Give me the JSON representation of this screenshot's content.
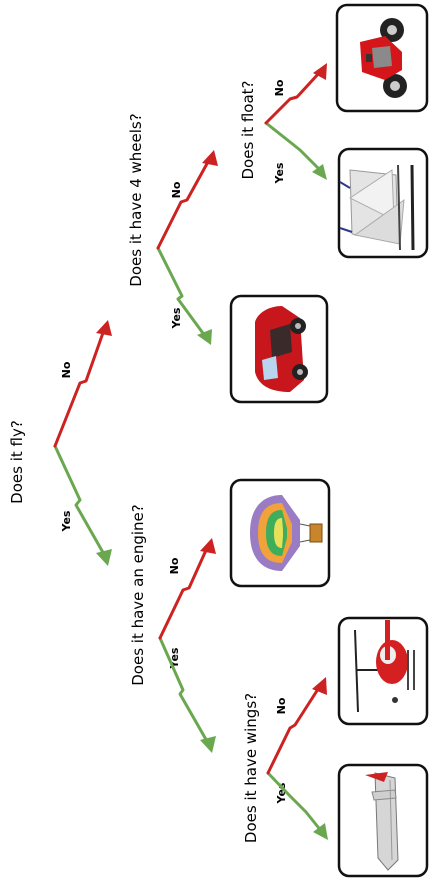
{
  "diagram": {
    "root_question": "Does it fly?",
    "questions": {
      "engine": "Does it have an engine?",
      "wings": "Does it have wings?",
      "wheels": "Does it have 4 wheels?",
      "float": "Does it float?"
    },
    "branch_labels": {
      "yes": "Yes",
      "no": "No"
    },
    "leaves": [
      {
        "id": "airplane",
        "icon": "airplane-icon"
      },
      {
        "id": "helicopter",
        "icon": "helicopter-icon"
      },
      {
        "id": "hot-air-balloon",
        "icon": "hot-air-balloon-icon"
      },
      {
        "id": "car",
        "icon": "car-icon"
      },
      {
        "id": "sailboat",
        "icon": "sailboat-icon"
      },
      {
        "id": "motorbike",
        "icon": "motorbike-icon"
      }
    ],
    "colors": {
      "yes": "#6aa84f",
      "no": "#cc2222"
    }
  }
}
